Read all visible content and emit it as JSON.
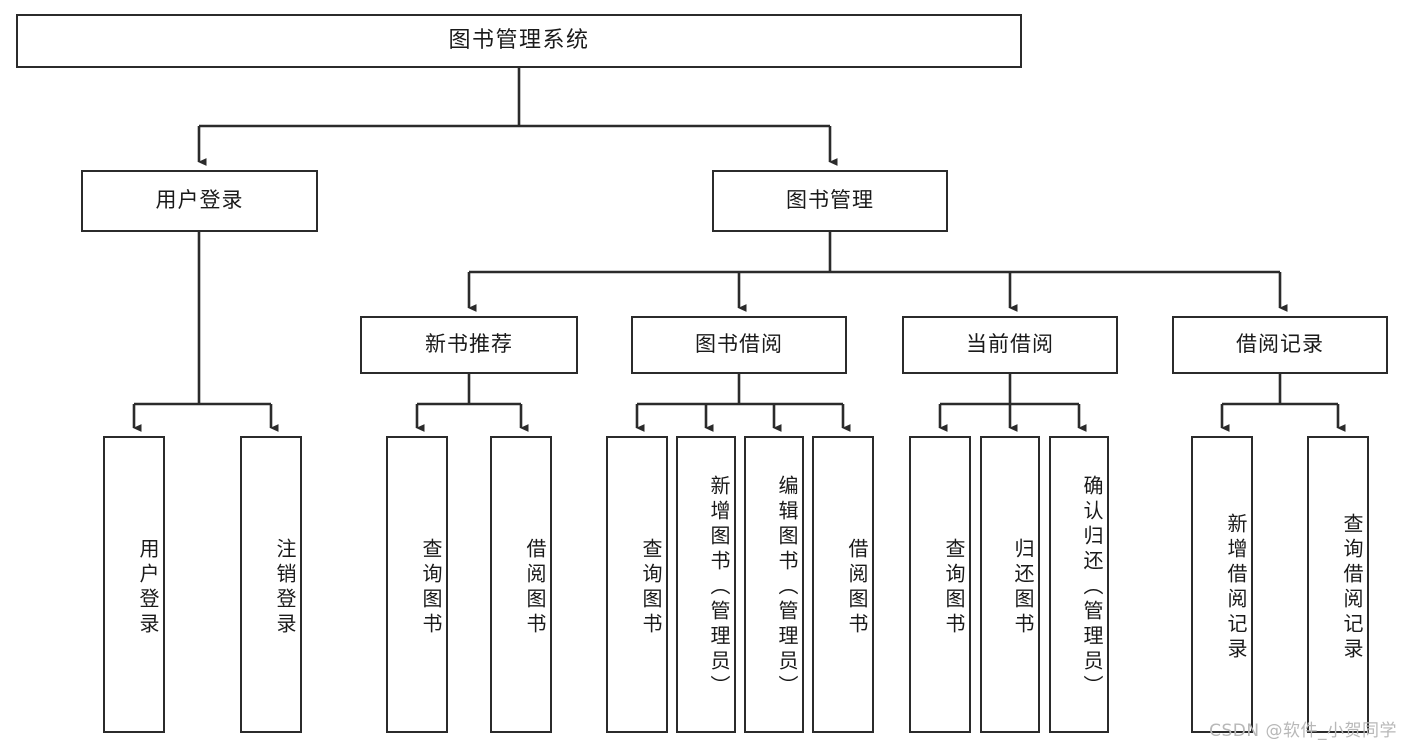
{
  "diagram": {
    "title": "图书管理系统",
    "type": "tree-hierarchy-chart",
    "root": {
      "id": "root",
      "label": "图书管理系统"
    },
    "level2": [
      {
        "id": "user-login",
        "label": "用户登录"
      },
      {
        "id": "book-manage",
        "label": "图书管理"
      }
    ],
    "level3": [
      {
        "id": "new-book-recommend",
        "label": "新书推荐"
      },
      {
        "id": "book-borrow",
        "label": "图书借阅"
      },
      {
        "id": "current-borrow",
        "label": "当前借阅"
      },
      {
        "id": "borrow-record",
        "label": "借阅记录"
      }
    ],
    "leaves": [
      {
        "id": "leaf-user-login",
        "label": "用户登录"
      },
      {
        "id": "leaf-logout-login",
        "label": "注销登录"
      },
      {
        "id": "leaf-query-book-1",
        "label": "查询图书"
      },
      {
        "id": "leaf-borrow-book-1",
        "label": "借阅图书"
      },
      {
        "id": "leaf-query-book-2",
        "label": "查询图书"
      },
      {
        "id": "leaf-add-book",
        "label": "新增图书（管理员）"
      },
      {
        "id": "leaf-edit-book",
        "label": "编辑图书（管理员）"
      },
      {
        "id": "leaf-borrow-book-2",
        "label": "借阅图书"
      },
      {
        "id": "leaf-query-book-3",
        "label": "查询图书"
      },
      {
        "id": "leaf-return-book",
        "label": "归还图书"
      },
      {
        "id": "leaf-confirm-return",
        "label": "确认归还（管理员）"
      },
      {
        "id": "leaf-add-record",
        "label": "新增借阅记录"
      },
      {
        "id": "leaf-query-record",
        "label": "查询借阅记录"
      }
    ]
  },
  "watermark": {
    "text": "CSDN @软件_小贺同学"
  },
  "colors": {
    "stroke": "#2b2b2b",
    "background": "#ffffff",
    "text": "#1a1a1a",
    "watermark": "#b8b8b8"
  }
}
